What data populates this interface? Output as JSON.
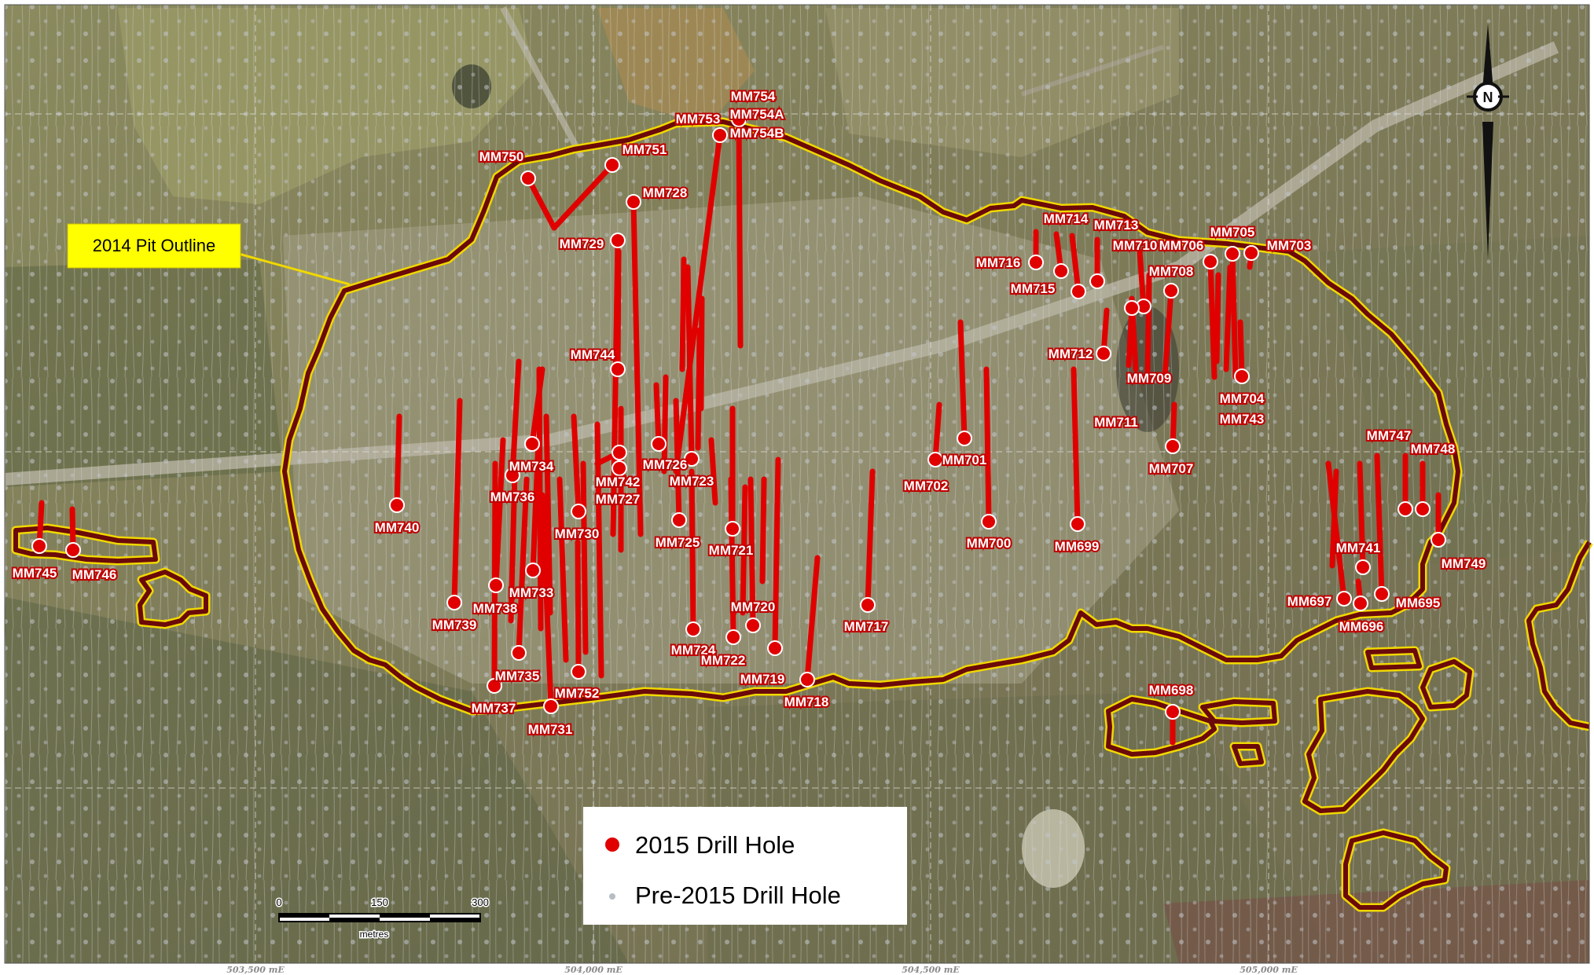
{
  "map": {
    "callout": "2014 Pit Outline",
    "north_label": "N",
    "legend": {
      "items": [
        {
          "label": "2015 Drill Hole",
          "color": "#e00000"
        },
        {
          "label": "Pre-2015 Drill Hole",
          "color": "#b8bcc4"
        }
      ]
    },
    "scale_bar": {
      "ticks": [
        "0",
        "150",
        "300"
      ],
      "unit": "metres"
    },
    "x_axis_ticks": [
      "503,500 mE",
      "504,000 mE",
      "504,500 mE",
      "505,000 mE"
    ],
    "colors": {
      "pit_outline": "#6b0a0a",
      "pit_outline_edge": "#f0d800",
      "drill_hole_2015": "#e00000",
      "callout_fill": "#ffff00"
    },
    "drill_holes_2015": [
      "MM754",
      "MM754A",
      "MM754B",
      "MM753",
      "MM751",
      "MM750",
      "MM728",
      "MM729",
      "MM744",
      "MM742",
      "MM727",
      "MM726",
      "MM723",
      "MM725",
      "MM721",
      "MM734",
      "MM736",
      "MM730",
      "MM733",
      "MM738",
      "MM739",
      "MM740",
      "MM735",
      "MM737",
      "MM731",
      "MM752",
      "MM724",
      "MM722",
      "MM720",
      "MM719",
      "MM718",
      "MM717",
      "MM716",
      "MM714",
      "MM713",
      "MM715",
      "MM710",
      "MM706",
      "MM705",
      "MM703",
      "MM708",
      "MM712",
      "MM709",
      "MM711",
      "MM704",
      "MM743",
      "MM707",
      "MM702",
      "MM701",
      "MM700",
      "MM699",
      "MM747",
      "MM748",
      "MM741",
      "MM749",
      "MM697",
      "MM695",
      "MM696",
      "MM698",
      "MM745",
      "MM746"
    ]
  }
}
